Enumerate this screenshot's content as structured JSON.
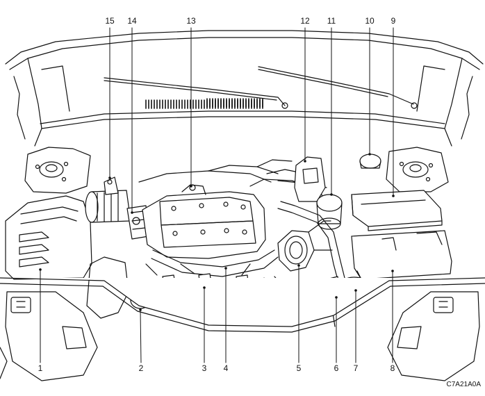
{
  "callouts": [
    "1",
    "2",
    "3",
    "4",
    "5",
    "6",
    "7",
    "8",
    "9",
    "10",
    "11",
    "12",
    "13",
    "14",
    "15"
  ],
  "figure_code": "C7A21A0A",
  "colors": {
    "line": "#111111",
    "fill": "#ffffff",
    "shade": "#d9d9d9",
    "dark": "#555555"
  }
}
